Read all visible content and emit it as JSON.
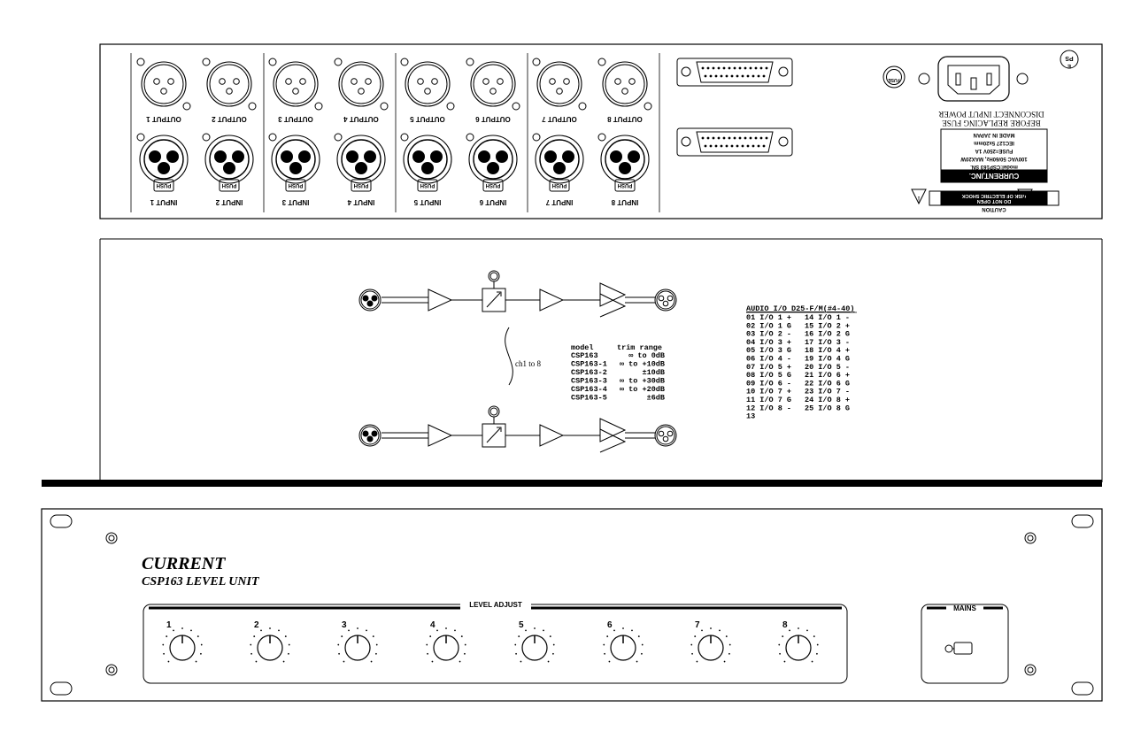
{
  "rear_panel": {
    "outputs": [
      "OUTPUT 1",
      "OUTPUT 2",
      "OUTPUT 3",
      "OUTPUT 4",
      "OUTPUT 5",
      "OUTPUT 6",
      "OUTPUT 7",
      "OUTPUT 8"
    ],
    "inputs": [
      "INPUT 1",
      "INPUT 2",
      "INPUT 3",
      "INPUT 4",
      "INPUT 5",
      "INPUT 6",
      "INPUT 7",
      "INPUT 8"
    ],
    "push_label": "PUSH",
    "fuse_label": "FUSE",
    "ps_label": "PS",
    "ps_sub": "E",
    "warning_lines": [
      "DISCONNECT INPUT POWER",
      "BEFORE REPLACING FUSE"
    ],
    "company": "CURRENT,INC.",
    "spec_lines": [
      "model:CSP163 SN.",
      "100VAC 50/60Hz, MAX20W",
      "FUSE=250V 1A",
      "IEC127 5x20mm",
      "MADE IN JAPAN"
    ],
    "caution_title": "CAUTION",
    "caution_lines": [
      "RISK OF ELECTRIC SHOCK",
      "DO NOT OPEN"
    ],
    "info_symbol": "i"
  },
  "block_diagram": {
    "channel_range": "ch1 to 8",
    "trim_table": {
      "headers": [
        "model",
        "trim range"
      ],
      "rows": [
        [
          "CSP163",
          "∞ to 0dB"
        ],
        [
          "CSP163-1",
          "∞ to +10dB"
        ],
        [
          "CSP163-2",
          "±10dB"
        ],
        [
          "CSP163-3",
          "∞ to +30dB"
        ],
        [
          "CSP163-4",
          "∞ to +20dB"
        ],
        [
          "CSP163-5",
          "±6dB"
        ]
      ]
    },
    "pinout": {
      "title": "AUDIO I/O D25-F/M(#4-40)",
      "rows": [
        [
          "01 I/O 1 +",
          "14 I/O 1 -"
        ],
        [
          "02 I/O 1 G",
          "15 I/O 2 +"
        ],
        [
          "03 I/O 2 -",
          "16 I/O 2 G"
        ],
        [
          "04 I/O 3 +",
          "17 I/O 3 -"
        ],
        [
          "05 I/O 3 G",
          "18 I/O 4 +"
        ],
        [
          "06 I/O 4 -",
          "19 I/O 4 G"
        ],
        [
          "07 I/O 5 +",
          "20 I/O 5 -"
        ],
        [
          "08 I/O 5 G",
          "21 I/O 6 +"
        ],
        [
          "09 I/O 6 -",
          "22 I/O 6 G"
        ],
        [
          "10 I/O 7 +",
          "23 I/O 7 -"
        ],
        [
          "11 I/O 7 G",
          "24 I/O 8 +"
        ],
        [
          "12 I/O 8 -",
          "25 I/O 8 G"
        ],
        [
          "13",
          ""
        ]
      ]
    }
  },
  "front_panel": {
    "brand": "CURRENT",
    "model": "CSP163 LEVEL UNIT",
    "level_adjust_label": "LEVEL ADJUST",
    "knob_labels": [
      "1",
      "2",
      "3",
      "4",
      "5",
      "6",
      "7",
      "8"
    ],
    "mains_label": "MAINS"
  }
}
